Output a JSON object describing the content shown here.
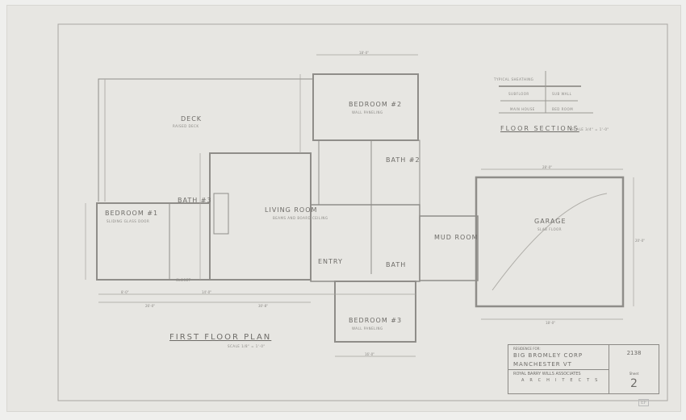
{
  "rooms": {
    "deck": "Deck",
    "deck_note": "Raised Deck",
    "bedroom1": "Bedroom #1",
    "bedroom1_note": "Sliding glass door",
    "bath3": "Bath #3",
    "living_room": "Living Room",
    "living_note": "Beams and board ceiling",
    "bedroom2": "Bedroom #2",
    "bedroom2_note": "Wall paneling",
    "bath2": "Bath #2",
    "entry": "Entry",
    "bath": "Bath",
    "closet": "Closet",
    "bedroom3": "Bedroom #3",
    "bedroom3_note": "Wall paneling",
    "mud_room": "Mud Room",
    "garage": "Garage",
    "garage_note": "Slab floor"
  },
  "plan": {
    "title": "First Floor Plan",
    "scale": "Scale 1/8\" = 1'-0\""
  },
  "sections": {
    "title": "Floor Sections",
    "scale": "Scale 3/4\" = 1'-0\"",
    "labels": [
      "Typical Sheathing",
      "Subfloor",
      "Main House",
      "Bed Room",
      "Sub Wall"
    ]
  },
  "dimensions": [
    "18'-0\"",
    "16'-0\"",
    "26'-0\"",
    "30'-8\"",
    "28'-0\"",
    "18'-0\"",
    "8'-0\"",
    "14'-0\"",
    "20'-0\""
  ],
  "title_block": {
    "residence_for": "Residence for:",
    "client": "Big Bromley Corp",
    "location": "Manchester   Vt",
    "architect": "Royal Barry Wills Associates",
    "architects_label": "Architects",
    "job_no": "2138",
    "sheet_label": "Sheet",
    "sheet_no": "2"
  },
  "stamp": "EF"
}
